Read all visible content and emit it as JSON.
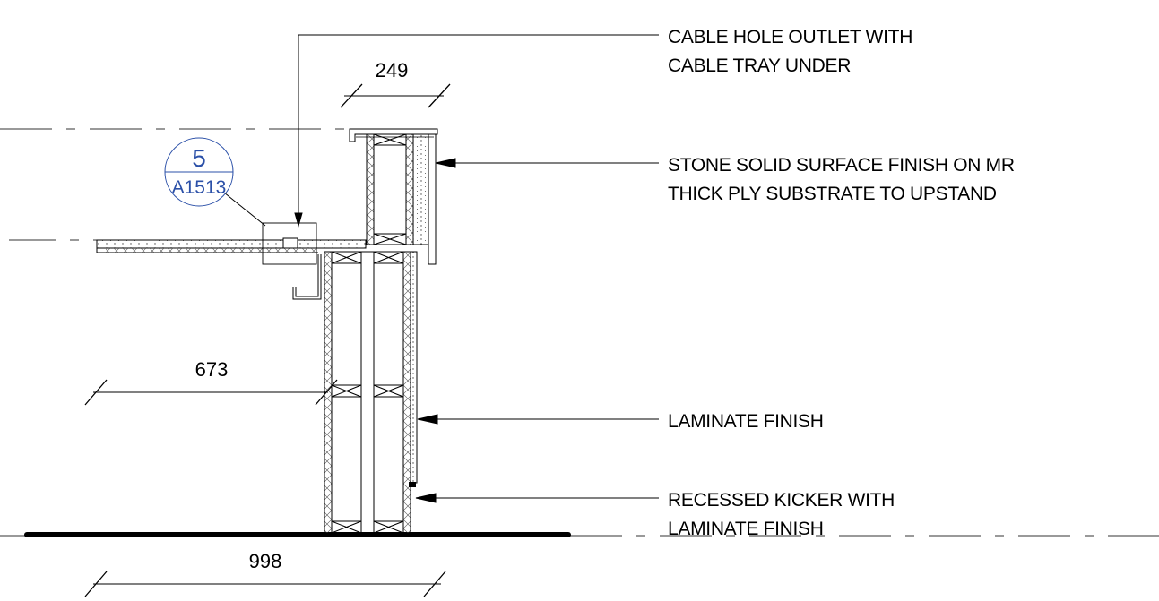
{
  "detail_tag": {
    "number": "5",
    "sheet": "A1513",
    "color": "#2b50a8"
  },
  "dimensions": {
    "upstand_width": "249",
    "desk_depth": "673",
    "overall_depth": "998"
  },
  "annotations": {
    "cable_hole": [
      "CABLE HOLE OUTLET WITH",
      "CABLE TRAY UNDER"
    ],
    "stone_finish": [
      "STONE SOLID SURFACE FINISH ON MR",
      "THICK PLY SUBSTRATE TO UPSTAND"
    ],
    "laminate": [
      "LAMINATE FINISH"
    ],
    "kicker": [
      "RECESSED KICKER WITH",
      "LAMINATE FINISH"
    ]
  }
}
